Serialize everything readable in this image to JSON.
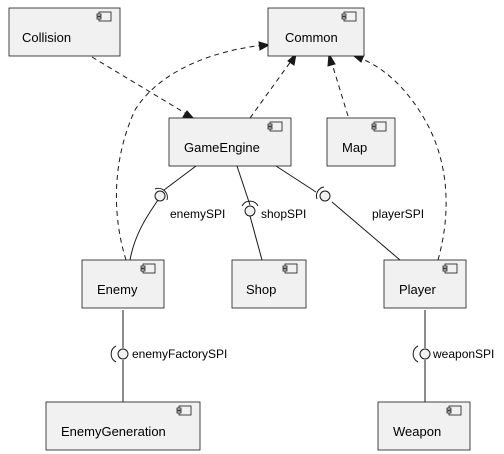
{
  "diagram": {
    "type": "component",
    "components": [
      {
        "id": "collision",
        "label": "Collision"
      },
      {
        "id": "common",
        "label": "Common"
      },
      {
        "id": "gameengine",
        "label": "GameEngine"
      },
      {
        "id": "map",
        "label": "Map"
      },
      {
        "id": "enemy",
        "label": "Enemy"
      },
      {
        "id": "shop",
        "label": "Shop"
      },
      {
        "id": "player",
        "label": "Player"
      },
      {
        "id": "enemygeneration",
        "label": "EnemyGeneration"
      },
      {
        "id": "weapon",
        "label": "Weapon"
      }
    ],
    "dependencies": [
      {
        "from": "collision",
        "to": "gameengine",
        "style": "dashed"
      },
      {
        "from": "gameengine",
        "to": "common",
        "style": "dashed"
      },
      {
        "from": "map",
        "to": "common",
        "style": "dashed"
      },
      {
        "from": "enemy",
        "to": "common",
        "style": "dashed"
      },
      {
        "from": "player",
        "to": "common",
        "style": "dashed"
      }
    ],
    "interfaces": [
      {
        "provider": "enemy",
        "consumer": "gameengine",
        "label": "enemySPI"
      },
      {
        "provider": "shop",
        "consumer": "gameengine",
        "label": "shopSPI"
      },
      {
        "provider": "player",
        "consumer": "gameengine",
        "label": "playerSPI"
      },
      {
        "provider": "enemygeneration",
        "consumer": "enemy",
        "label": "enemyFactorySPI"
      },
      {
        "provider": "weapon",
        "consumer": "player",
        "label": "weaponSPI"
      }
    ]
  }
}
